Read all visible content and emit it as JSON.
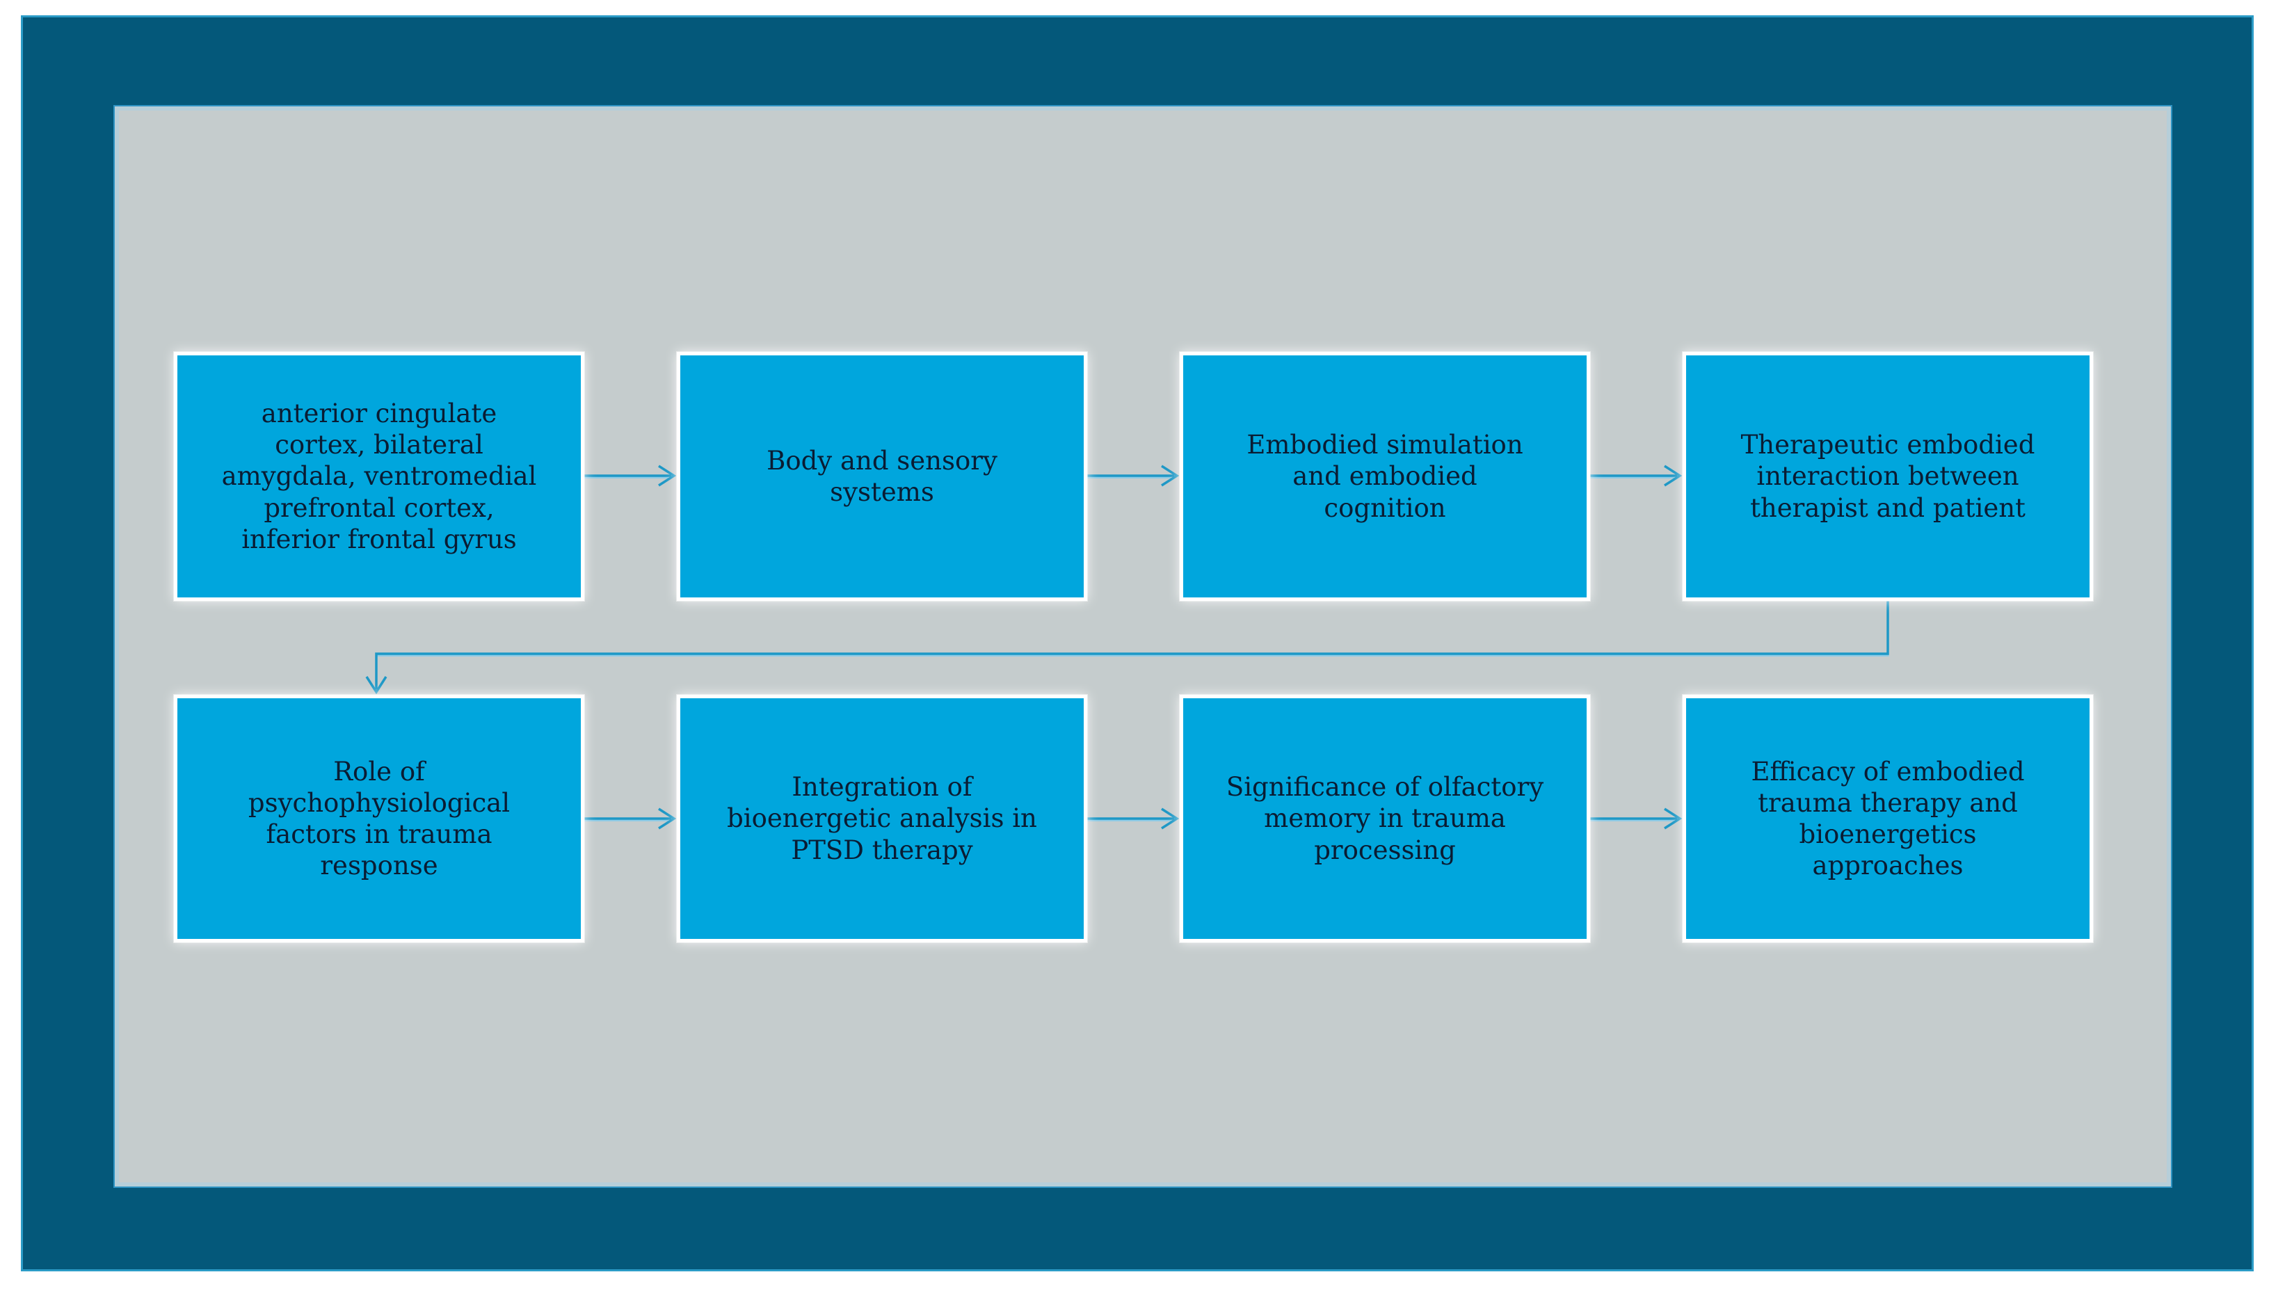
{
  "figure": {
    "type": "flowchart",
    "boxes": [
      {
        "id": 1,
        "label": "anterior cingulate\ncortex, bilateral\namygdala, ventromedial\nprefrontal cortex,\ninferior frontal gyrus"
      },
      {
        "id": 2,
        "label": "Body and sensory\nsystems"
      },
      {
        "id": 3,
        "label": "Embodied simulation\nand embodied\ncognition"
      },
      {
        "id": 4,
        "label": "Therapeutic embodied\ninteraction between\ntherapist and patient"
      },
      {
        "id": 5,
        "label": "Role of\npsychophysiological\nfactors in trauma\nresponse"
      },
      {
        "id": 6,
        "label": "Integration of\nbioenergetic analysis in\nPTSD therapy"
      },
      {
        "id": 7,
        "label": "Significance of olfactory\nmemory in trauma\nprocessing"
      },
      {
        "id": 8,
        "label": "Efficacy of embodied\ntrauma therapy and\nbioenergetics\napproaches"
      }
    ],
    "edges": [
      {
        "from": 1,
        "to": 2,
        "style": "arrow-right"
      },
      {
        "from": 2,
        "to": 3,
        "style": "arrow-right"
      },
      {
        "from": 3,
        "to": 4,
        "style": "arrow-right"
      },
      {
        "from": 4,
        "to": 5,
        "style": "elbow-down-left"
      },
      {
        "from": 5,
        "to": 6,
        "style": "arrow-right"
      },
      {
        "from": 6,
        "to": 7,
        "style": "arrow-right"
      },
      {
        "from": 7,
        "to": 8,
        "style": "arrow-right"
      }
    ],
    "colors": {
      "frame": "#04587A",
      "frame_edge": "#2B9BC6",
      "panel": "#C5CCCD",
      "panel_border": "#2E93C3",
      "box_fill": "#00A6DD",
      "box_border": "#FFFFFF",
      "box_text": "#0A1C33",
      "connector": "#1E98C6",
      "connector_light": "#8FCBE5"
    }
  }
}
